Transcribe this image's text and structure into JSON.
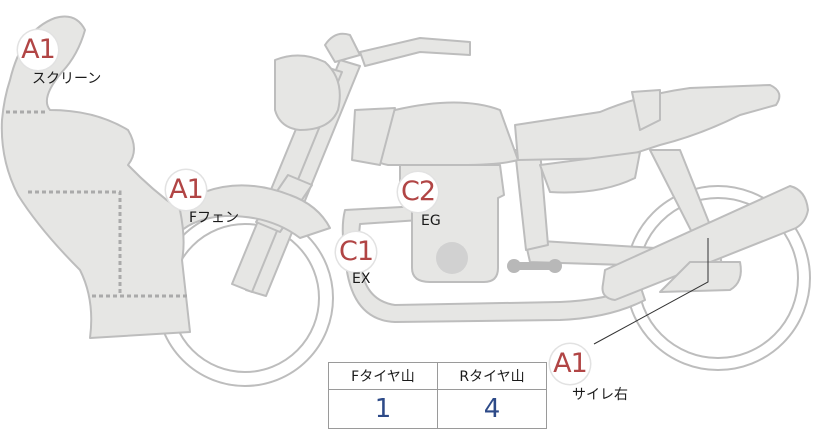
{
  "parts": [
    {
      "grade": "A1",
      "label": "スクリーン"
    },
    {
      "grade": "A1",
      "label": "Fフェン"
    },
    {
      "grade": "C2",
      "label": "EG"
    },
    {
      "grade": "C1",
      "label": "EX"
    },
    {
      "grade": "A1",
      "label": "サイレ右"
    }
  ],
  "tread_table": {
    "headers": [
      "Fタイヤ山",
      "Rタイヤ山"
    ],
    "values": [
      "1",
      "4"
    ]
  },
  "colors": {
    "body_fill": "#e6e6e4",
    "outline": "#bdbdbd",
    "grade_text": "#b14545",
    "value_text": "#2d4a88"
  }
}
